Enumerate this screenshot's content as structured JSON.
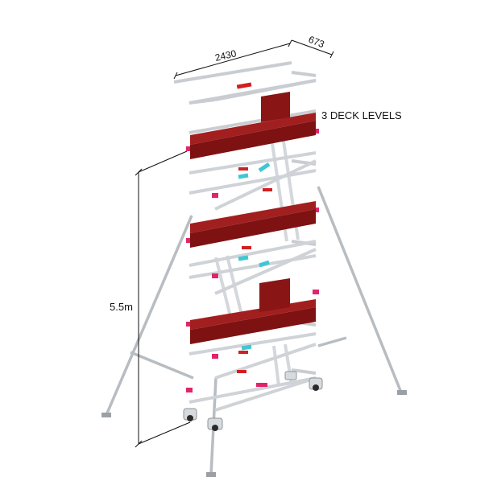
{
  "labels": {
    "width_dim": "2430",
    "depth_dim": "673",
    "height_dim": "5.5m",
    "decks_note": "3 DECK LEVELS"
  },
  "colors": {
    "deck_red": "#8a1515",
    "deck_top": "#a21f1f",
    "frame_grey": "#c9cdd2",
    "frame_dark": "#9aa0a6",
    "brace_cyan": "#3fc7d4",
    "clip_pink": "#e0246a",
    "tube_red": "#d21f1f"
  }
}
